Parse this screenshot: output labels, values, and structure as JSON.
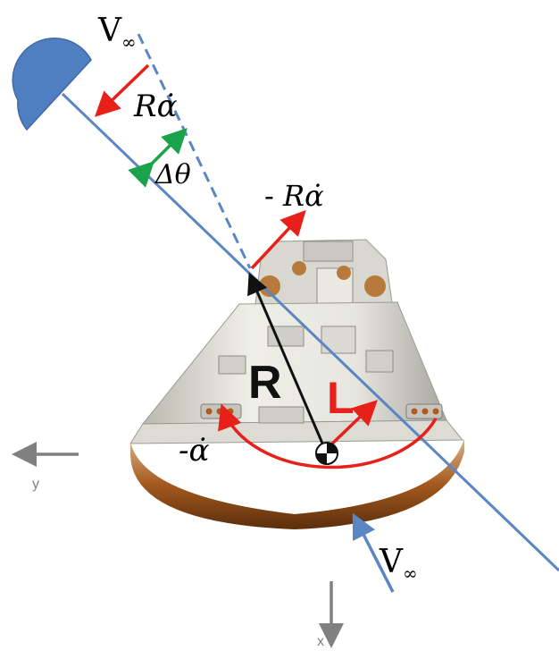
{
  "labels": {
    "v_inf_top": "V",
    "v_inf_top_sub": "∞",
    "r_alpha_dot": "Rα̇",
    "delta_theta": "Δθ",
    "neg_r_alpha_dot": "- Rα̇",
    "R": "R",
    "L": "L",
    "neg_alpha_dot": "-α̇",
    "y_axis": "y",
    "x_axis": "x",
    "v_inf_bottom": "V",
    "v_inf_bottom_sub": "∞"
  },
  "colors": {
    "blue_line": "#5b86c4",
    "red_arrow": "#e8201a",
    "green_arrow": "#1aa34a",
    "black_arrow": "#111111",
    "grey_axis": "#808080",
    "semicircle": "#4f7fc0"
  }
}
